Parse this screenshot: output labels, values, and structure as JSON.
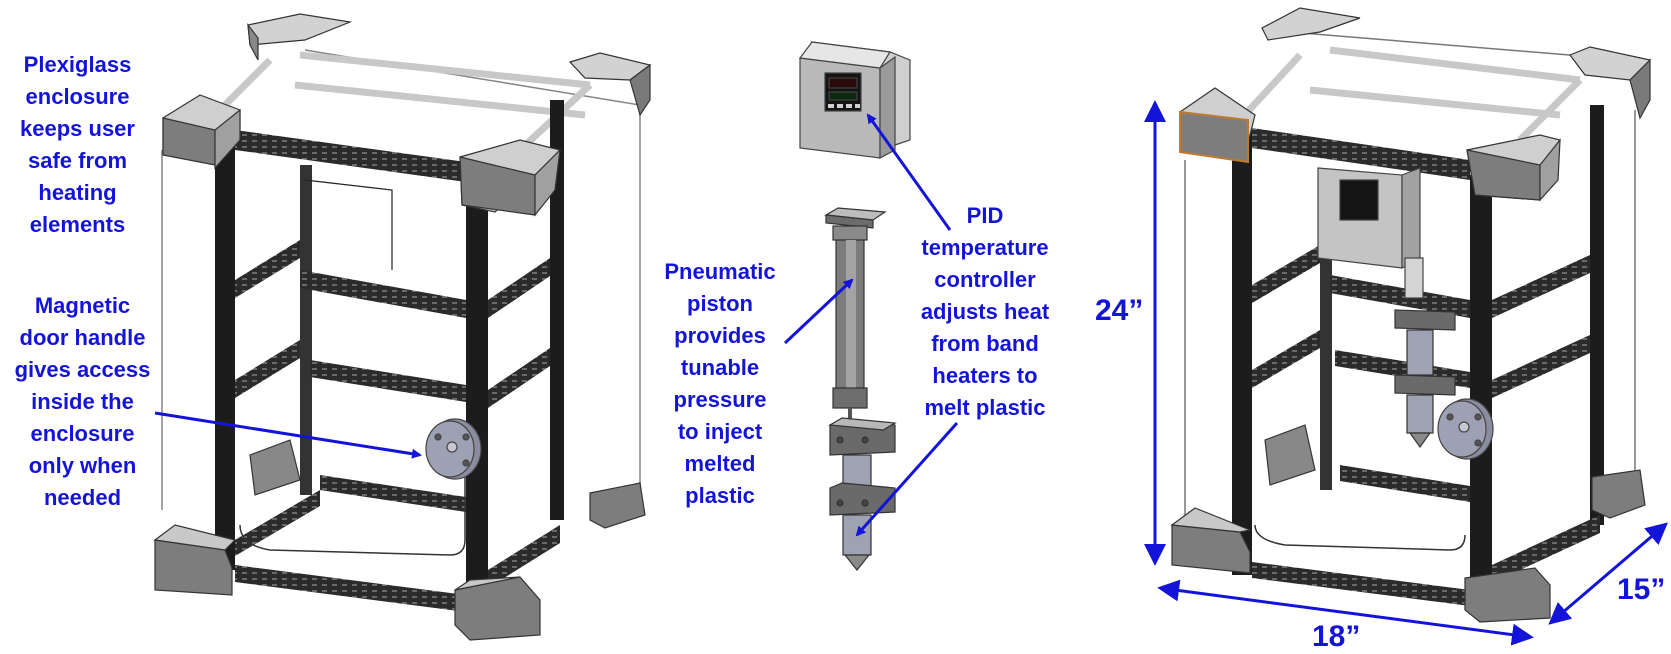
{
  "title": "Enclosed injection molding apparatus diagram",
  "accent_color": "#1414d8",
  "annotations": {
    "plexiglass": {
      "lines": [
        "Plexiglass",
        "enclosure",
        "keeps user",
        "safe from",
        "heating",
        "elements"
      ]
    },
    "door_handle": {
      "lines": [
        "Magnetic",
        "door handle",
        "gives access",
        "inside the",
        "enclosure",
        "only when",
        "needed"
      ]
    },
    "piston": {
      "lines": [
        "Pneumatic",
        "piston",
        "provides",
        "tunable",
        "pressure",
        "to inject",
        "melted",
        "plastic"
      ]
    },
    "pid": {
      "lines": [
        "PID",
        "temperature",
        "controller",
        "adjusts heat",
        "from band",
        "heaters to",
        "melt plastic"
      ]
    }
  },
  "dimensions": {
    "height": "24”",
    "width": "18”",
    "depth": "15”"
  },
  "views": [
    {
      "name": "Enclosure frame (door handle view)"
    },
    {
      "name": "Exploded components: PID controller, pneumatic piston, barrel"
    },
    {
      "name": "Assembled enclosure with dimensions"
    }
  ]
}
